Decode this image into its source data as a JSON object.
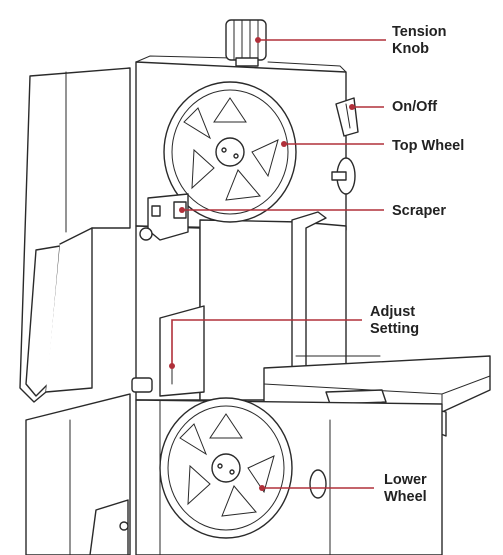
{
  "accent_color": "#b0303a",
  "labels": {
    "tension_knob": "Tension\nKnob",
    "on_off": "On/Off",
    "top_wheel": "Top Wheel",
    "scraper": "Scraper",
    "adjust_setting": "Adjust\nSetting",
    "lower_wheel": "Lower\nWheel"
  }
}
